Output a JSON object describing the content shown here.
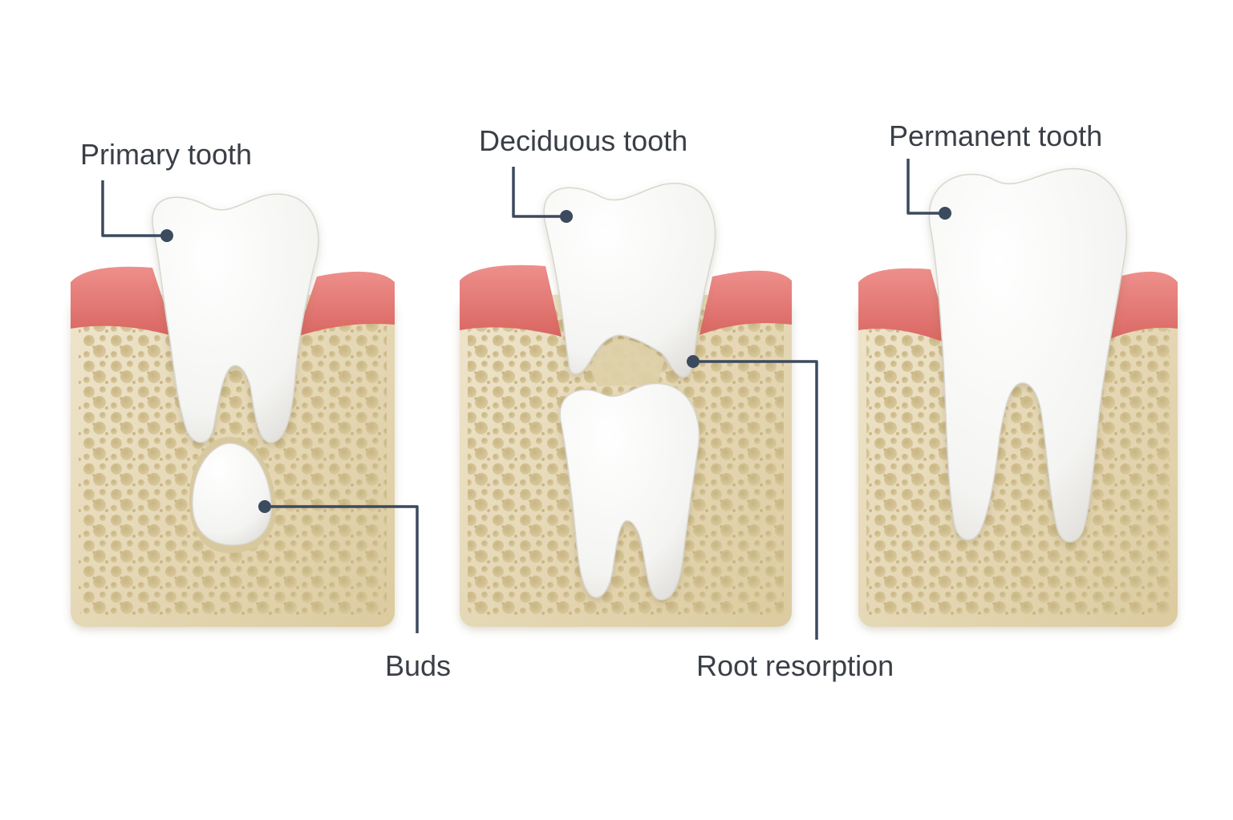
{
  "labels": {
    "primary_tooth": "Primary tooth",
    "deciduous_tooth": "Deciduous tooth",
    "permanent_tooth": "Permanent tooth",
    "buds": "Buds",
    "root_resorption": "Root resorption"
  },
  "colors": {
    "background": "#ffffff",
    "bone": "#e8dcc0",
    "bone_pore": "#cdbb8d",
    "gum": "#e57a78",
    "tooth": "#ffffff",
    "leader_line": "#3c4a5e",
    "label_text": "#3a3f47"
  }
}
